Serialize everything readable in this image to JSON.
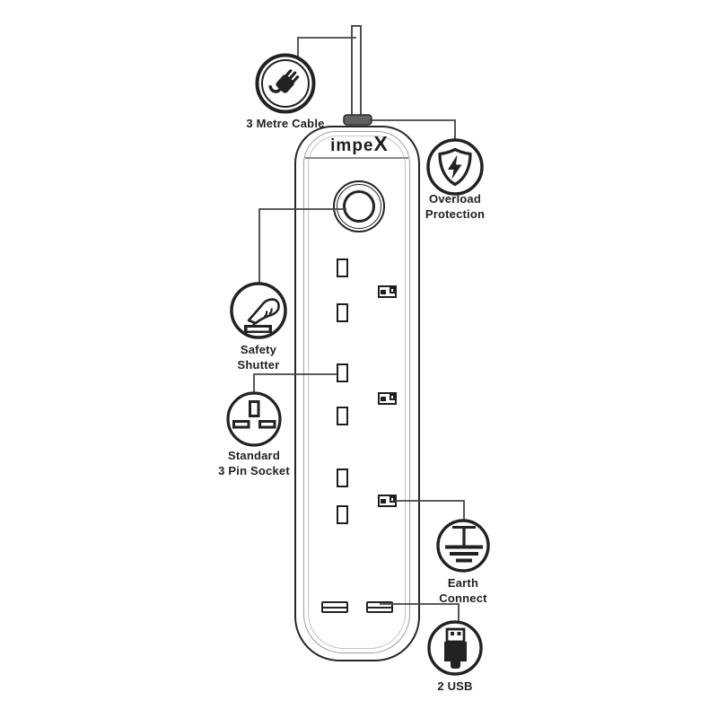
{
  "brand": {
    "prefix": "impe",
    "x": "X"
  },
  "callouts": {
    "cable": {
      "label": "3 Metre Cable"
    },
    "overload": {
      "label": "Overload\nProtection"
    },
    "shutter": {
      "label": "Safety\nShutter"
    },
    "socket": {
      "label": "Standard\n3 Pin Socket"
    },
    "earth": {
      "label": "Earth\nConnect"
    },
    "usb": {
      "label": "2 USB"
    }
  },
  "colors": {
    "ink": "#222222",
    "callout_line": "#444444",
    "body_edge": "#262626",
    "face_edge": "#9c9c9c"
  }
}
